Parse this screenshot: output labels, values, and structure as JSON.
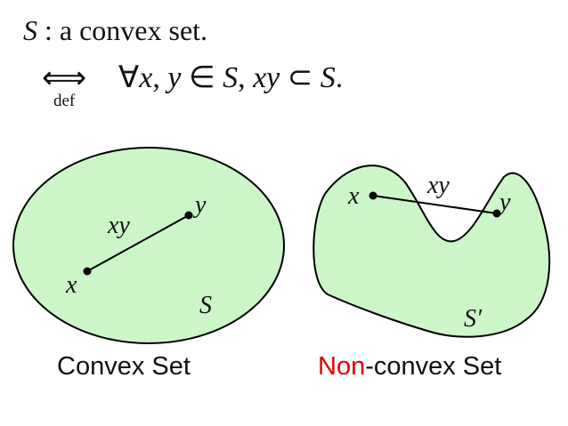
{
  "definition": {
    "set_symbol": "S",
    "set_phrase": " : a convex set.",
    "iff_symbol": "⟺",
    "iff_subscript": "def",
    "forall_symbol": "∀",
    "var_x": "x",
    "comma_space_1": ", ",
    "var_y": "y",
    "in_symbol": " ∈ ",
    "set_in": "S",
    "comma_space_2": ", ",
    "segment": "xy",
    "subset_symbol": " ⊂ ",
    "set_end": "S",
    "period": "."
  },
  "convex_diagram": {
    "point_x_label": "x",
    "point_y_label": "y",
    "segment_label": "xy",
    "set_label": "S",
    "fill_color": "#ccf5c8",
    "stroke_color": "#000000"
  },
  "nonconvex_diagram": {
    "point_x_label": "x",
    "point_y_label": "y",
    "segment_label": "xy",
    "set_label": "S′",
    "fill_color": "#ccf5c8",
    "stroke_color": "#000000"
  },
  "captions": {
    "convex": "Convex Set",
    "nonconvex_prefix": "Non",
    "nonconvex_suffix": "-convex Set",
    "accent_color": "#e20000"
  }
}
